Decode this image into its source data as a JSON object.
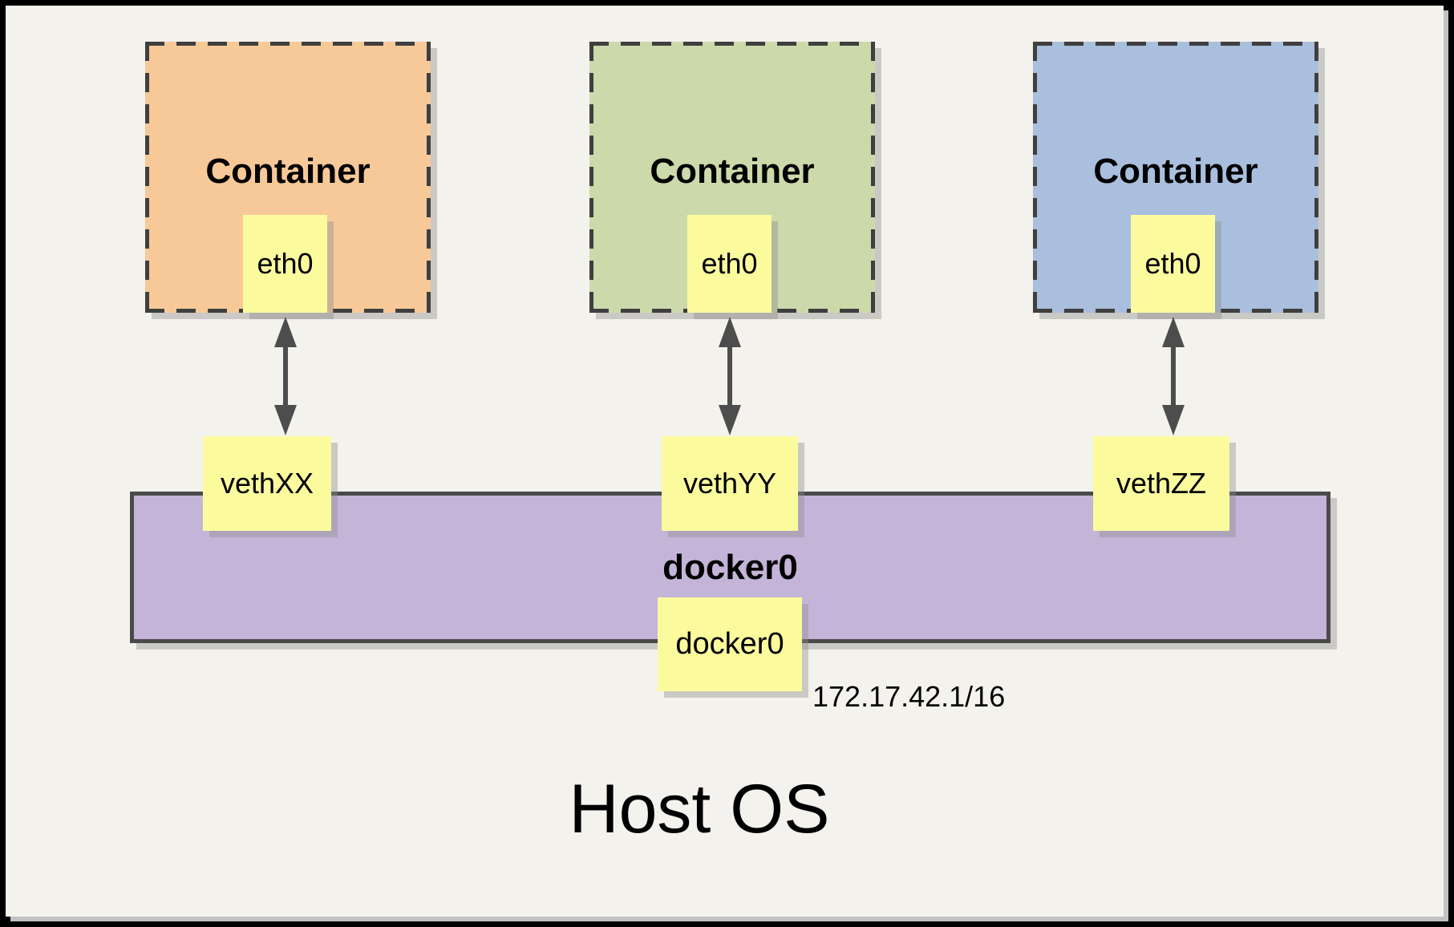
{
  "diagram": {
    "containers": [
      {
        "label": "Container",
        "interface_label": "eth0"
      },
      {
        "label": "Container",
        "interface_label": "eth0"
      },
      {
        "label": "Container",
        "interface_label": "eth0"
      }
    ],
    "veths": [
      {
        "label": "vethXX"
      },
      {
        "label": "vethYY"
      },
      {
        "label": "vethZZ"
      }
    ],
    "bridge": {
      "title": "docker0",
      "interface_label": "docker0",
      "ip": "172.17.42.1/16"
    },
    "host": {
      "label": "Host OS"
    },
    "colors": {
      "background": "#F4F2EC",
      "container_orange": "#F8C998",
      "container_green": "#CCD9AA",
      "container_blue": "#A9BFDD",
      "note_yellow": "#FBFB9E",
      "bridge_purple": "#C3B4D8",
      "dashed_border": "#3F3F3F",
      "arrow_gray": "#4D4D4D",
      "frame_black": "#000000",
      "shadow_gray": "#C2C2C2"
    }
  }
}
